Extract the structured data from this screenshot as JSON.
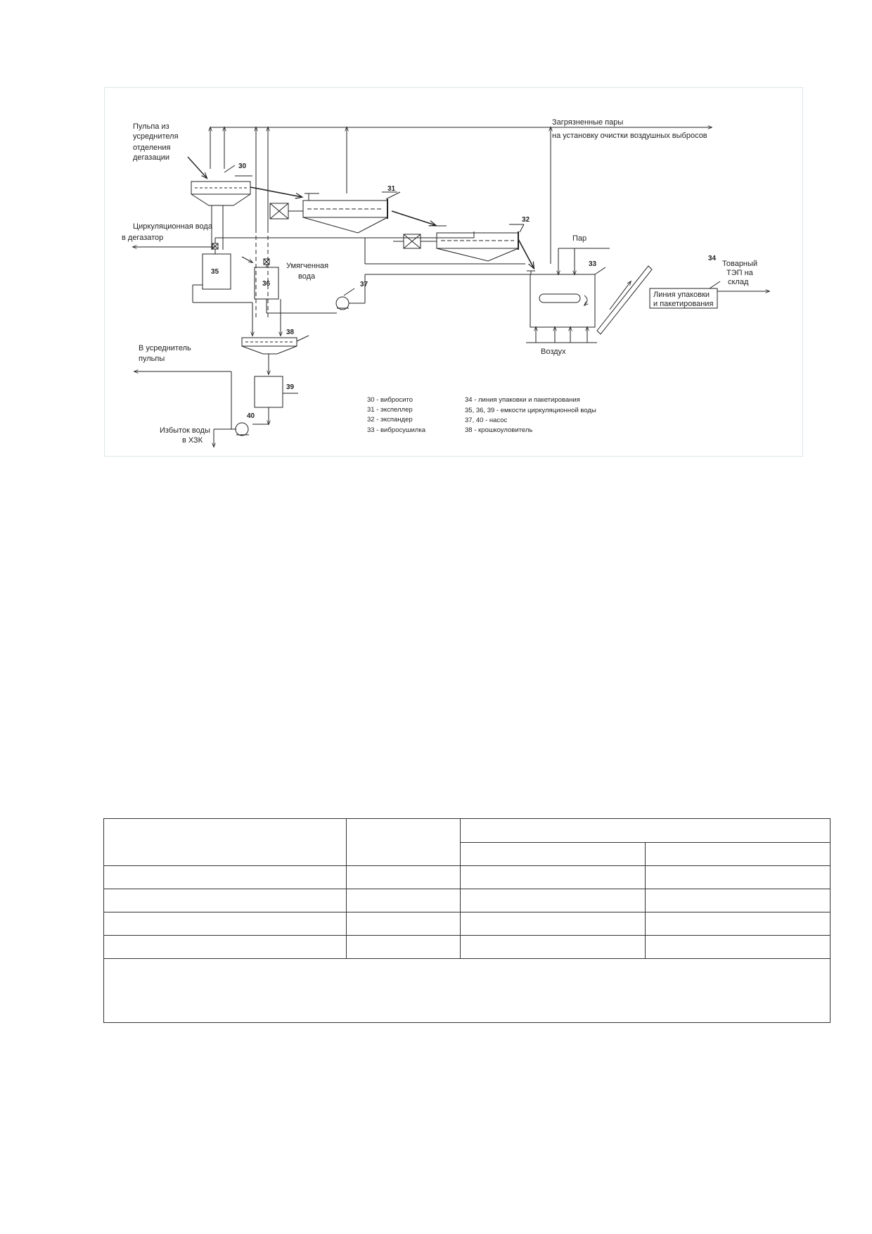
{
  "diagram": {
    "labels": {
      "pulp_from_equalizer_line1": "Пульпа из",
      "pulp_from_equalizer_line2": "усреднителя",
      "pulp_from_equalizer_line3": "отделения",
      "pulp_from_equalizer_line4": "дегазации",
      "contaminated_vapors_line1": "Загрязненные пары",
      "contaminated_vapors_line2": "на установку очистки воздушных выбросов",
      "circulation_water_line1": "Циркуляционная вода",
      "circulation_water_line2": "в дегазатор",
      "softened_water_line1": "Умягченная",
      "softened_water_line2": "вода",
      "steam": "Пар",
      "air": "Воздух",
      "to_pulp_equalizer_line1": "В усреднитель",
      "to_pulp_equalizer_line2": "пульпы",
      "excess_water_line1": "Избыток воды",
      "excess_water_line2": "в ХЗК",
      "packing_line_line1": "Линия упаковки",
      "packing_line_line2": "и пакетирования",
      "product_line1": "Товарный",
      "product_line2": "ТЭП на",
      "product_line3": "склад"
    },
    "equipment_numbers": {
      "n30": "30",
      "n31": "31",
      "n32": "32",
      "n33": "33",
      "n34": "34",
      "n35": "35",
      "n36": "36",
      "n37": "37",
      "n38": "38",
      "n39": "39",
      "n40": "40"
    },
    "legend": {
      "left": [
        "30 - вибросито",
        "31 - экспеллер",
        "32 - экспандер",
        "33 - вибросушилка"
      ],
      "right": [
        "34 - линия упаковки и пакетирования",
        "35, 36, 39 - емкости циркуляционной воды",
        "37, 40 - насос",
        "38 - крошкоуловитель"
      ]
    }
  },
  "table": {
    "rows": 6,
    "note": ""
  }
}
